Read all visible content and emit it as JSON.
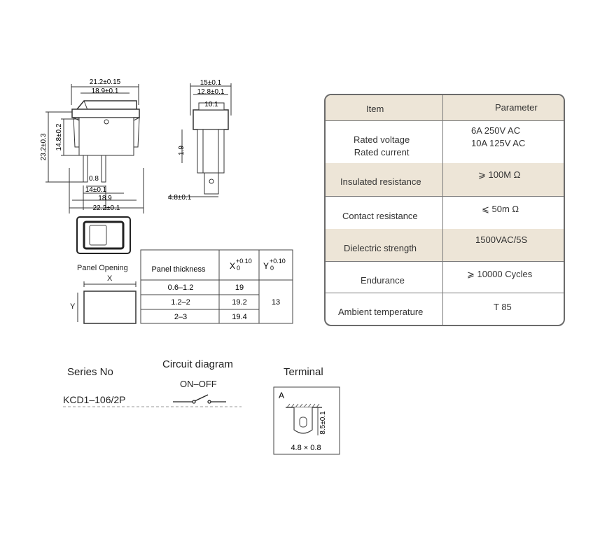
{
  "switch_drawing": {
    "dim_overall_width": "21.2±0.15",
    "dim_inner_width": "18.9±0.1",
    "dim_height": "23.2±0.3",
    "dim_body_height": "14.8±0.2",
    "dim_pin": "0.8",
    "dim_pin_spacing": "14±0.1",
    "dim_base": "18.9",
    "dim_bottom_width": "22.2±0.1"
  },
  "side_drawing": {
    "dim_top": "15±0.1",
    "dim_mid": "12.8±0.1",
    "dim_inner": "10.1",
    "dim_side": "1.9",
    "dim_terminal": "4.8±0.1"
  },
  "panel": {
    "opening_label": "Panel Opening",
    "x_label": "X",
    "y_label": "Y",
    "headers": [
      "Panel thickness",
      "X",
      "Y"
    ],
    "tolerance": "+0.10",
    "tolerance_zero": "0",
    "rows": [
      {
        "thickness": "0.6–1.2",
        "x": "19"
      },
      {
        "thickness": "1.2–2",
        "x": "19.2"
      },
      {
        "thickness": "2–3",
        "x": "19.4"
      }
    ],
    "y_value": "13"
  },
  "spec_table": {
    "header_item": "Item",
    "header_param": "Parameter",
    "rows": [
      {
        "item": "Rated voltage\nRated current",
        "param": "6A   250V AC\n10A  125V AC"
      },
      {
        "item": "Insulated resistance",
        "param": "⩾ 100M Ω"
      },
      {
        "item": "Contact resistance",
        "param": "⩽ 50m Ω"
      },
      {
        "item": "Dielectric strength",
        "param": "1500VAC/5S"
      },
      {
        "item": "Endurance",
        "param": "⩾ 10000 Cycles"
      },
      {
        "item": "Ambient temperature",
        "param": "T 85"
      }
    ]
  },
  "bottom": {
    "series_label": "Series No",
    "series_value": "KCD1–106/2P",
    "circuit_label": "Circuit diagram",
    "circuit_value": "ON–OFF",
    "terminal_label": "Terminal",
    "terminal_tag": "A",
    "terminal_height": "8.5±0.1",
    "terminal_size": "4.8 × 0.8"
  }
}
